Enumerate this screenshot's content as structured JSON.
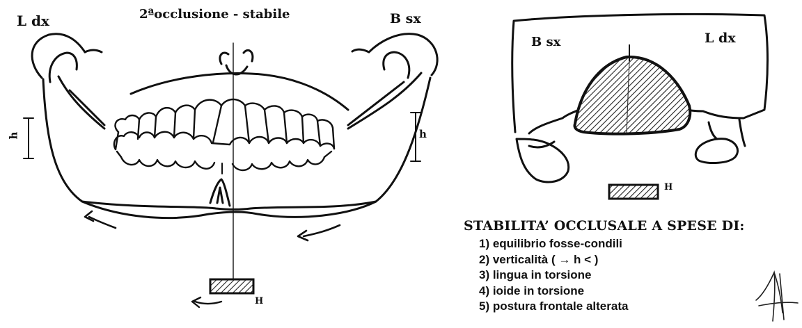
{
  "left": {
    "label_left": "L dx",
    "title": "2ªocclusione - stabile",
    "label_right": "B sx",
    "h_left": "h",
    "h_right": "h",
    "h_bottom": "H"
  },
  "right": {
    "label_left": "B sx",
    "label_right": "L dx",
    "h_bottom": "H"
  },
  "list": {
    "title": "STABILITA’ OCCLUSALE A SPESE DI:",
    "items": [
      "1) equilibrio fosse-condili",
      "2) verticalità ( → h < )",
      "3) lingua in torsione",
      "4) ioide in torsione",
      "5) postura frontale alterata"
    ]
  }
}
